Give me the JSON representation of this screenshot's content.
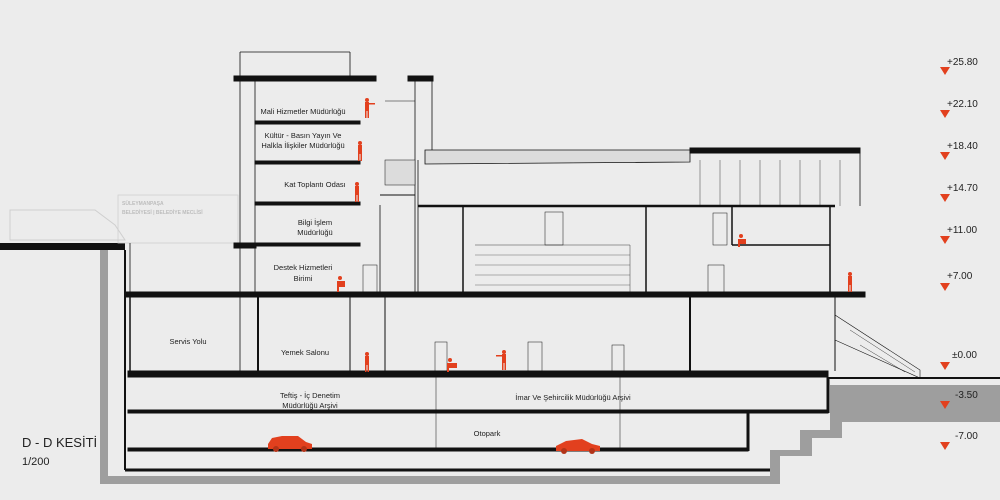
{
  "drawing": {
    "title": "D - D KESİTİ",
    "scale": "1/200"
  },
  "levels": [
    {
      "value": "+25.80"
    },
    {
      "value": "+22.10"
    },
    {
      "value": "+18.40"
    },
    {
      "value": "+14.70"
    },
    {
      "value": "+11.00"
    },
    {
      "value": "+7.00"
    },
    {
      "value": "±0.00"
    },
    {
      "value": "-3.50"
    },
    {
      "value": "-7.00"
    }
  ],
  "rooms": {
    "mali": "Mali Hizmetler Müdürlüğü",
    "kultur_1": "Kültür - Basın Yayın Ve",
    "kultur_2": "Halkla İlişkiler Müdürlüğü",
    "toplanti": "Kat Toplantı Odası",
    "bilgi_1": "Bilgi İşlem",
    "bilgi_2": "Müdürlüğü",
    "destek_1": "Destek Hizmetleri",
    "destek_2": "Birimi",
    "servis": "Servis Yolu",
    "yemek": "Yemek Salonu",
    "teftis_1": "Teftiş - İç Denetim",
    "teftis_2": "Müdürlüğü Arşivi",
    "imar": "İmar Ve Şehircilik Müdürlüğü Arşivi",
    "otopark": "Otopark"
  },
  "background_building": {
    "line_1": "SÜLEYMANPAŞA",
    "line_2": "BELEDİYESİ | BELEDİYE MECLİSİ"
  },
  "colors": {
    "accent": "#e2401e",
    "line": "#111111",
    "ground": "#9e9e9e",
    "background": "#ececec"
  },
  "icons": {
    "level_marker": "triangle-down-icon",
    "car": "car-icon",
    "person": "person-icon"
  }
}
